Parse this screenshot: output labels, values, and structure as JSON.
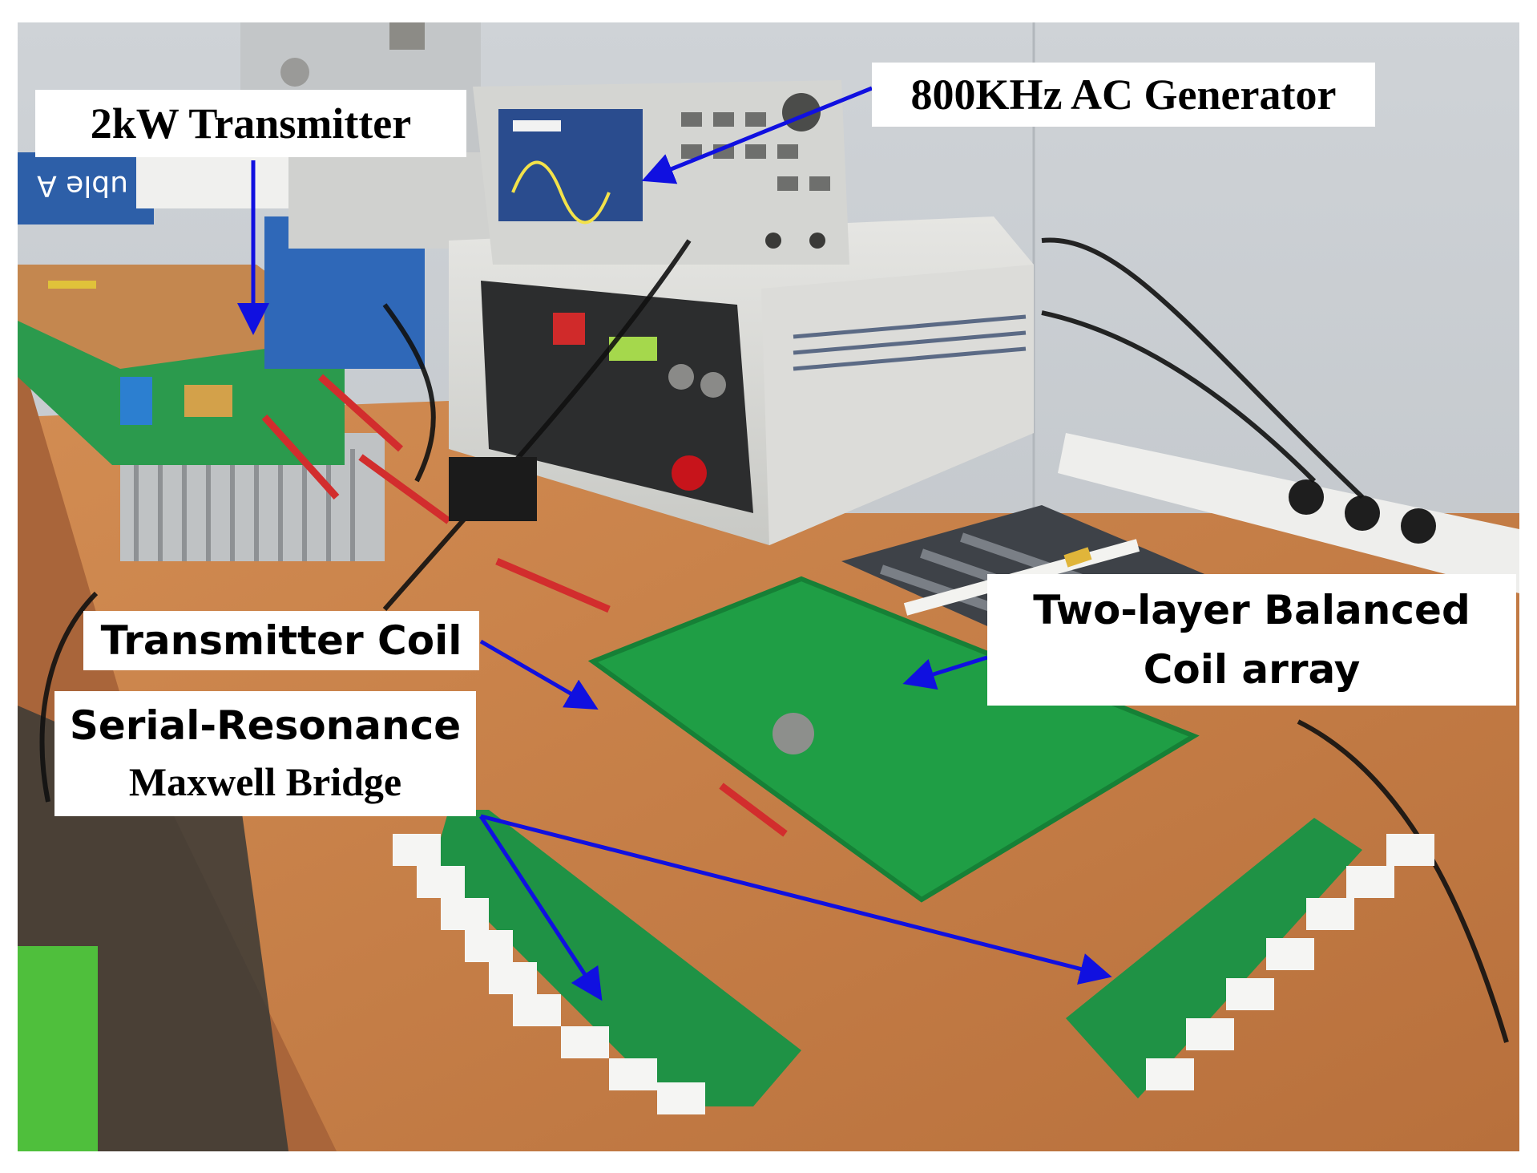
{
  "figure": {
    "labels": {
      "transmitter": "2kW Transmitter",
      "generator": "800KHz AC Generator",
      "transmitter_coil": "Transmitter Coil",
      "coil_array_line1": "Two-layer Balanced",
      "coil_array_line2": "Coil array",
      "bridge_line1": "Serial-Resonance",
      "bridge_line2": "Maxwell Bridge"
    },
    "photo": {
      "description_icon": "lab-bench-photo",
      "colors": {
        "arrow": "#1010e0",
        "wall": "#c9ced3",
        "desk": "#c9804a",
        "pcb_green": "#1f9e45",
        "instrument_grey": "#d8d9d6"
      }
    }
  }
}
